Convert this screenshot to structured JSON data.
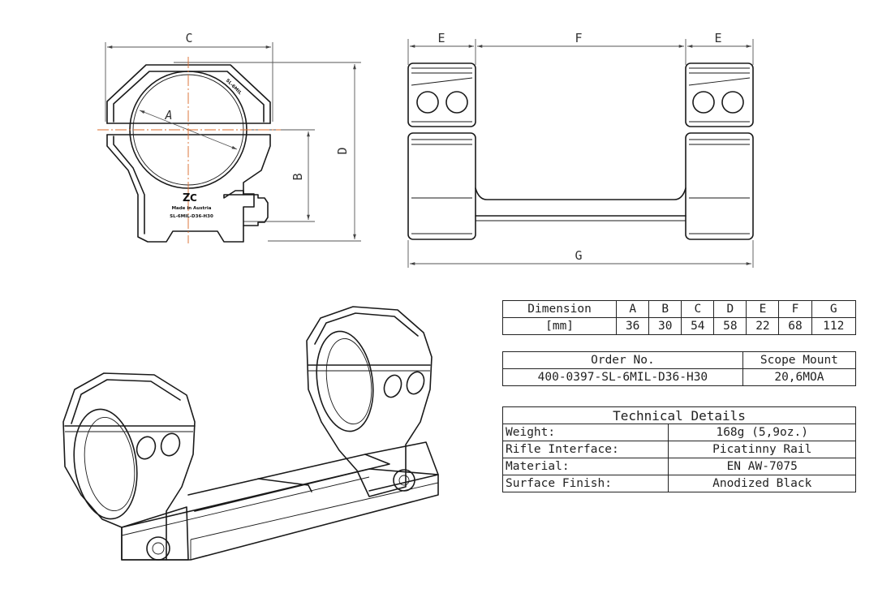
{
  "drawing": {
    "front_view": {
      "dimension_labels": [
        "C",
        "A",
        "B",
        "D"
      ],
      "engraving": [
        "Made in Austria",
        "SL-6MIL-D36-H30"
      ],
      "side_marking": "SL-6MIL"
    },
    "side_view": {
      "dimension_labels": [
        "E",
        "F",
        "E",
        "G"
      ]
    }
  },
  "dimension_table": {
    "headers": [
      "Dimension",
      "A",
      "B",
      "C",
      "D",
      "E",
      "F",
      "G"
    ],
    "row": [
      "[mm]",
      "36",
      "30",
      "54",
      "58",
      "22",
      "68",
      "112"
    ]
  },
  "order_table": {
    "headers": [
      "Order No.",
      "Scope Mount"
    ],
    "row": [
      "400-0397-SL-6MIL-D36-H30",
      "20,6MOA"
    ]
  },
  "technical_table": {
    "title": "Technical Details",
    "rows": [
      {
        "label": "Weight:",
        "value": "168g (5,9oz.)"
      },
      {
        "label": "Rifle Interface:",
        "value": "Picatinny Rail"
      },
      {
        "label": "Material:",
        "value": "EN AW-7075"
      },
      {
        "label": "Surface Finish:",
        "value": "Anodized Black"
      }
    ]
  }
}
